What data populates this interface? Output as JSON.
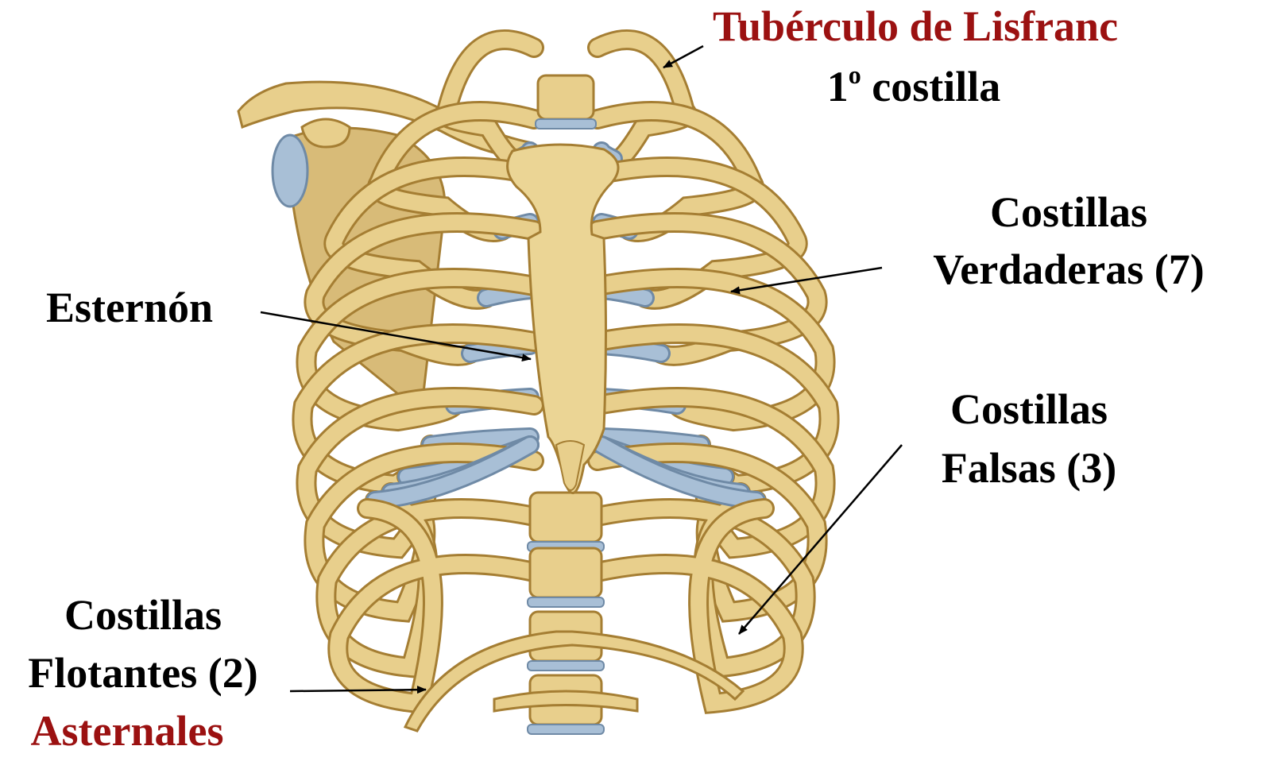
{
  "labels": {
    "tuberculo": "Tubérculo de Lisfranc",
    "primera_costilla_num": "1",
    "primera_costilla_sup": "o",
    "primera_costilla_text": " costilla",
    "verdaderas_line1": "Costillas",
    "verdaderas_line2": "Verdaderas  (7)",
    "esternon": "Esternón",
    "falsas_line1": "Costillas",
    "falsas_line2": "Falsas (3)",
    "flotantes_line1": "Costillas",
    "flotantes_line2": "Flotantes (2)",
    "asternales": "Asternales"
  },
  "colors": {
    "label_red": "#9b1111",
    "label_black": "#000000",
    "bone": "#e8cf8c",
    "bone_edge": "#a57e33",
    "cartilage": "#a8bfd6",
    "cartilage_edge": "#6f8aa6"
  },
  "illustration": "rib-cage-anterior-view"
}
